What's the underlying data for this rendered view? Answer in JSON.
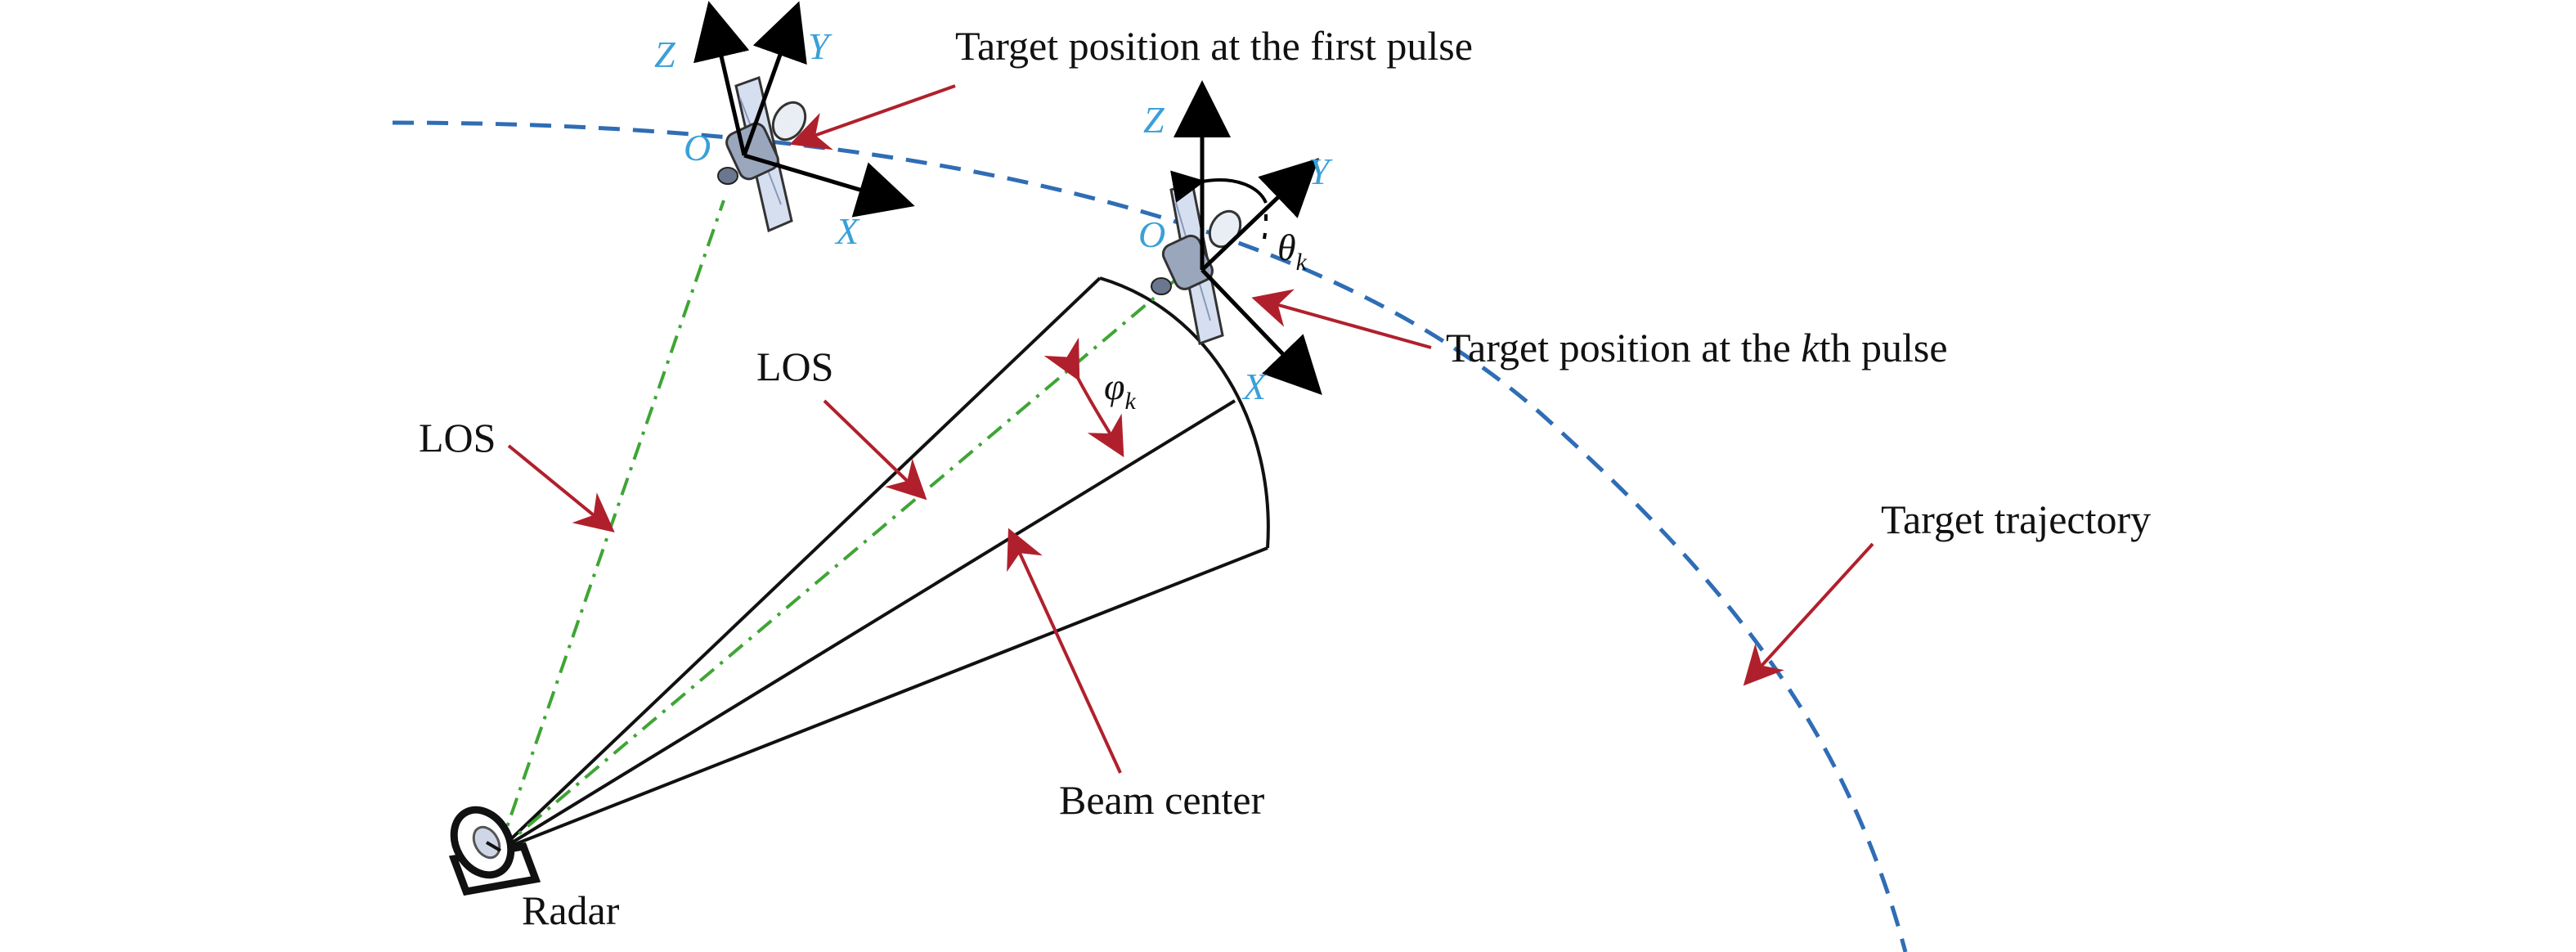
{
  "labels": {
    "first_pulse": "Target position at the first pulse",
    "kth_pulse_pre": "Target position at the ",
    "kth_pulse_k": "k",
    "kth_pulse_post": "th pulse",
    "trajectory": "Target trajectory",
    "beam_center": "Beam center",
    "radar": "Radar",
    "los_left": "LOS",
    "los_mid": "LOS"
  },
  "axes": {
    "first": {
      "z": "Z",
      "y": "Y",
      "x": "X",
      "origin": "O"
    },
    "kth": {
      "z": "Z",
      "y": "Y",
      "x": "X",
      "origin": "O"
    }
  },
  "angles": {
    "theta": "θ",
    "theta_sub": "k",
    "phi": "φ",
    "phi_sub": "k"
  },
  "colors": {
    "trajectory": "#2f6db5",
    "los": "#3fa535",
    "annotation_arrow": "#b0202c",
    "axis_label": "#3aa0d8",
    "beam": "#111111"
  }
}
